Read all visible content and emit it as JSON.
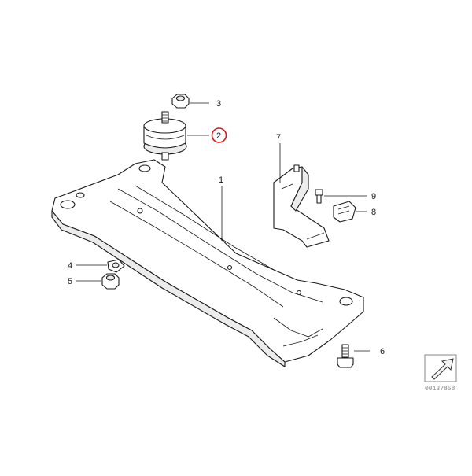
{
  "callouts": {
    "c1": "1",
    "c2": "2",
    "c3": "3",
    "c4": "4",
    "c5": "5",
    "c6": "6",
    "c7": "7",
    "c8": "8",
    "c9": "9"
  },
  "highlighted_callout": "2",
  "highlight_color": "#d11a1a",
  "reference_number": "00137858",
  "corner_icon": "arrow-icon"
}
